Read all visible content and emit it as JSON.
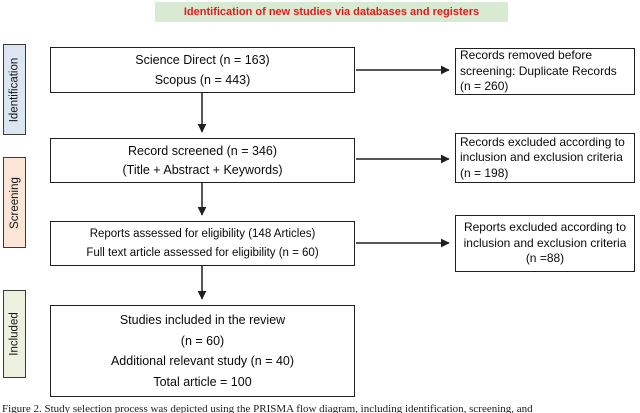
{
  "header": {
    "title": "Identification of new studies via databases and registers",
    "bg": "#d9ead3",
    "text_color": "#ee1515"
  },
  "sidebar": {
    "labels": [
      {
        "label": "Identification",
        "bg": "#dce6f2"
      },
      {
        "label": "Screening",
        "bg": "#fbe5d6"
      },
      {
        "label": "Included",
        "bg": "#ebf1de"
      }
    ]
  },
  "flow": {
    "main_boxes": [
      {
        "lines": [
          "Science Direct (n = 163)",
          "Scopus (n = 443)"
        ]
      },
      {
        "lines": [
          "Record screened (n = 346)",
          "(Title + Abstract + Keywords)"
        ]
      },
      {
        "lines": [
          "Reports assessed for eligibility (148 Articles)",
          "Full text article assessed for eligibility (n = 60)"
        ]
      },
      {
        "lines": [
          "Studies included in the review",
          "(n = 60)",
          "Additional relevant study (n = 40)",
          "Total article = 100"
        ]
      }
    ],
    "side_boxes": [
      {
        "text": "Records removed before screening: Duplicate Records (n = 260)"
      },
      {
        "text": "Records excluded according to inclusion and exclusion criteria (n = 198)"
      },
      {
        "text": "Reports excluded according to inclusion and exclusion criteria (n =88)"
      }
    ]
  },
  "caption": "Figure 2. Study selection process was depicted using the PRISMA flow diagram, including identification, screening, and",
  "colors": {
    "box_border": "#1f1f1f",
    "arrow": "#1f1f1f",
    "background": "#ffffff"
  }
}
